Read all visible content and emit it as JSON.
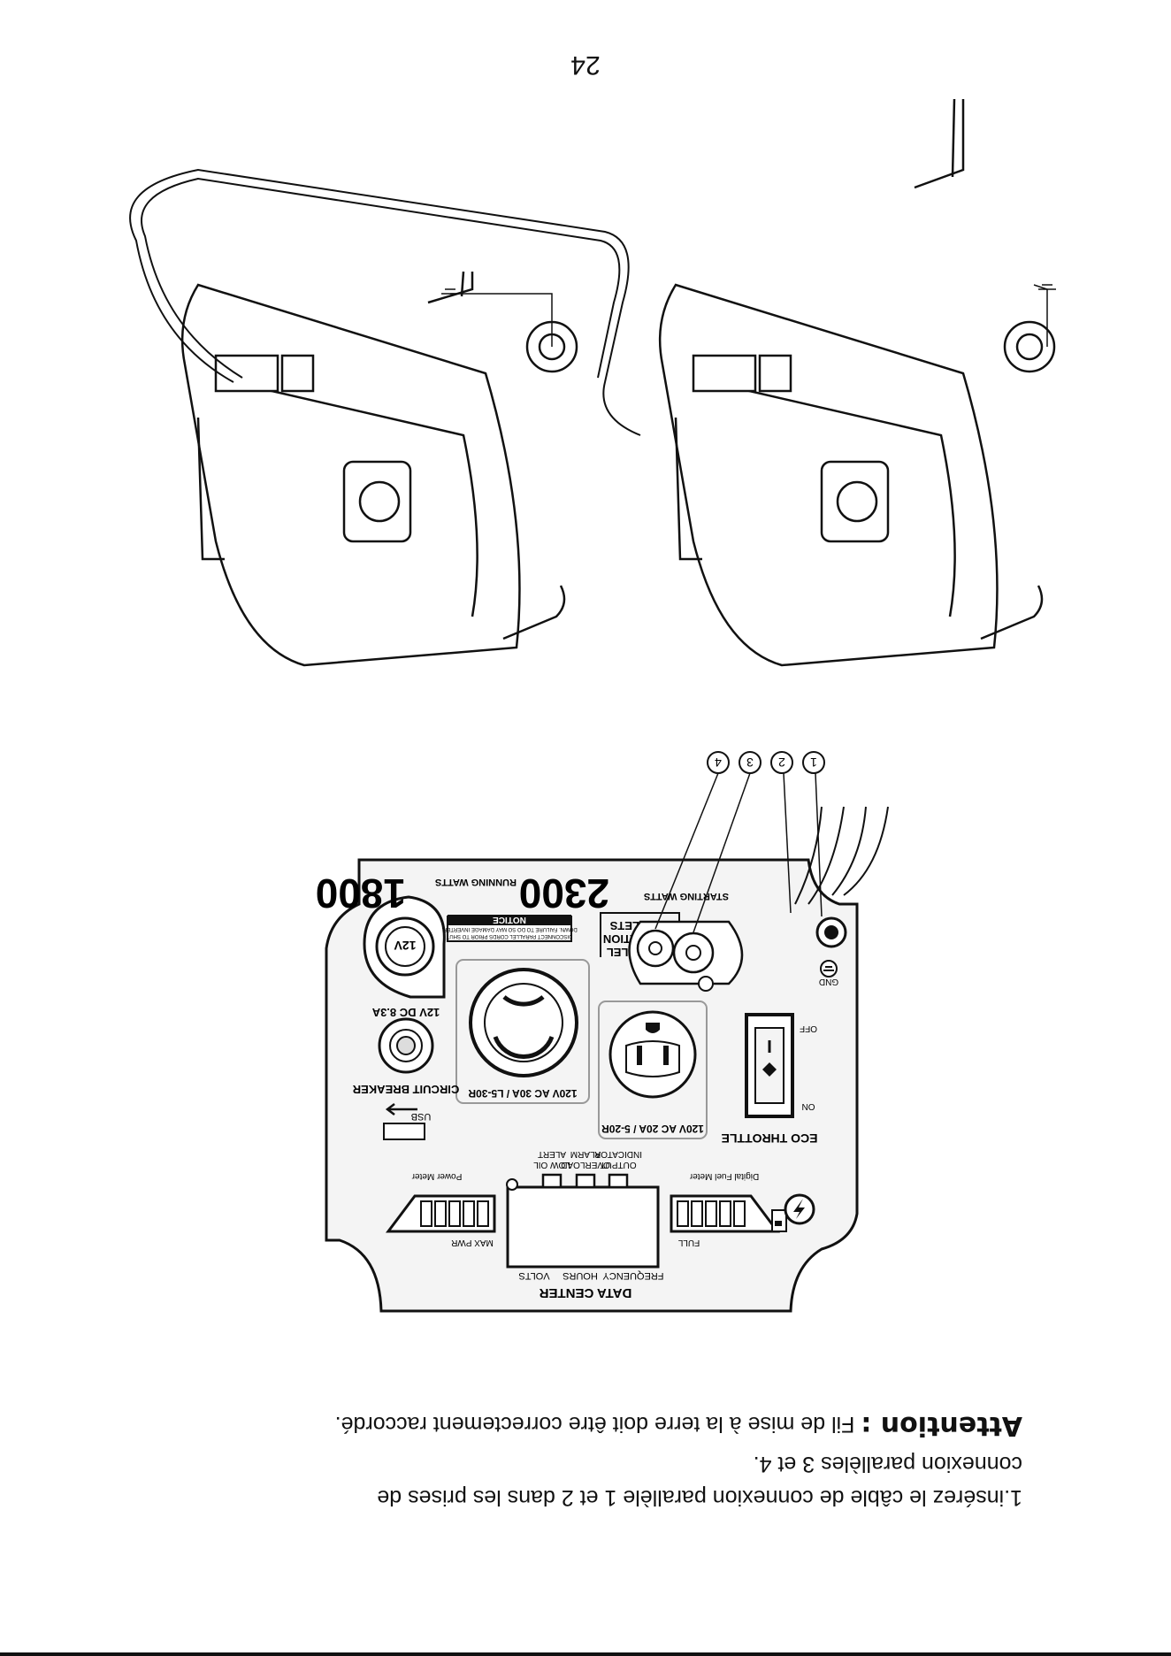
{
  "page": {
    "number": "24"
  },
  "instructions": {
    "step_line_1": "1.insérez le câble de connexion parallèle 1 et 2 dans les prises de",
    "step_line_2": "connexion parallèles 3 et 4.",
    "attention_label": "Attention :",
    "attention_text": "Fil de mise à la terre doit être correctement raccordé."
  },
  "panel": {
    "data_center": "DATA CENTER",
    "volts": "VOLTS",
    "hours": "HOURS",
    "frequency": "FREQUENCY",
    "power_meter": "Power Meter",
    "max_pwr": "MAX PWR",
    "fuel_meter": "Digital Fuel Meter",
    "full": "FULL",
    "indicator_output": "OUTPUT",
    "indicator_output_2": "INDICATOR",
    "indicator_overload": "OVERLOAD",
    "indicator_overload_2": "ALARM",
    "indicator_lowoil": "LOW OIL",
    "indicator_lowoil_2": "ALERT",
    "eco_throttle": "ECO THROTTLE",
    "on": "ON",
    "off": "OFF",
    "outlet_20a": "120V AC 20A / 5-20R",
    "outlet_30a": "120V AC 30A / L5-30R",
    "usb": "USB",
    "circuit_breaker": "CIRCUIT BREAKER",
    "dc_12v": "12V DC 8.3A",
    "dc_socket": "12V",
    "parallel_1": "PARALLEL",
    "parallel_2": "OPERATION",
    "parallel_3": "OUTLETS",
    "notice_title": "NOTICE",
    "notice_text_1": "DISCONNECT PARALLEL CORDS PRIOR TO SHUT",
    "notice_text_2": "DOWN. FAILURE TO DO SO MAY DAMAGE INVERTER.",
    "starting_watts_value": "2300",
    "starting_watts_label": "STARTING WATTS",
    "running_watts_value": "1800",
    "running_watts_label": "RUNNING WATTS",
    "gnd": "GND",
    "callouts": [
      "1",
      "2",
      "3",
      "4"
    ]
  },
  "colors": {
    "ink": "#111111",
    "paper": "#ffffff",
    "panel_fill": "#f4f4f4"
  }
}
